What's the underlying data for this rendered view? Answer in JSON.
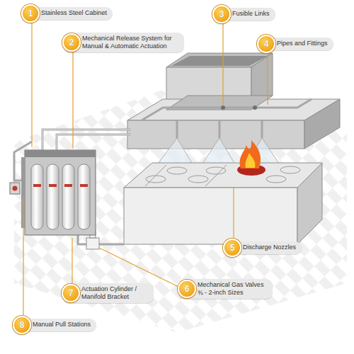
{
  "diagram": {
    "nodes": [
      {
        "text": [
          "Stainless Steel Cabinet"
        ]
      },
      {
        "text": [
          "1"
        ],
        "in": 0
      },
      {
        "text": [
          "Mechanical Release System for Manual & Automatic Actuation"
        ]
      },
      {
        "text": [
          "2"
        ],
        "in": 2
      },
      {
        "text": [
          "Fusible Links"
        ]
      },
      {
        "text": [
          "3"
        ],
        "in": 4
      },
      {
        "text": [
          "Pipes and Fittings"
        ]
      },
      {
        "text": [
          "4"
        ],
        "in": 6
      },
      {
        "text": [
          "Discharge Nozzles"
        ]
      },
      {
        "text": [
          "5"
        ],
        "in": 8
      },
      {
        "text": [
          "Mechanical Gas Valves ¾ - 2-inch Sizes"
        ]
      },
      {
        "text": [
          "6"
        ],
        "in": 10
      },
      {
        "text": [
          "Actuation Cylinder / Manifold Bracket"
        ]
      },
      {
        "text": [
          "7"
        ],
        "in": 12
      },
      {
        "text": [
          "Manual Pull Stations"
        ]
      },
      {
        "text": [
          "8"
        ],
        "in": 14
      }
    ]
  }
}
